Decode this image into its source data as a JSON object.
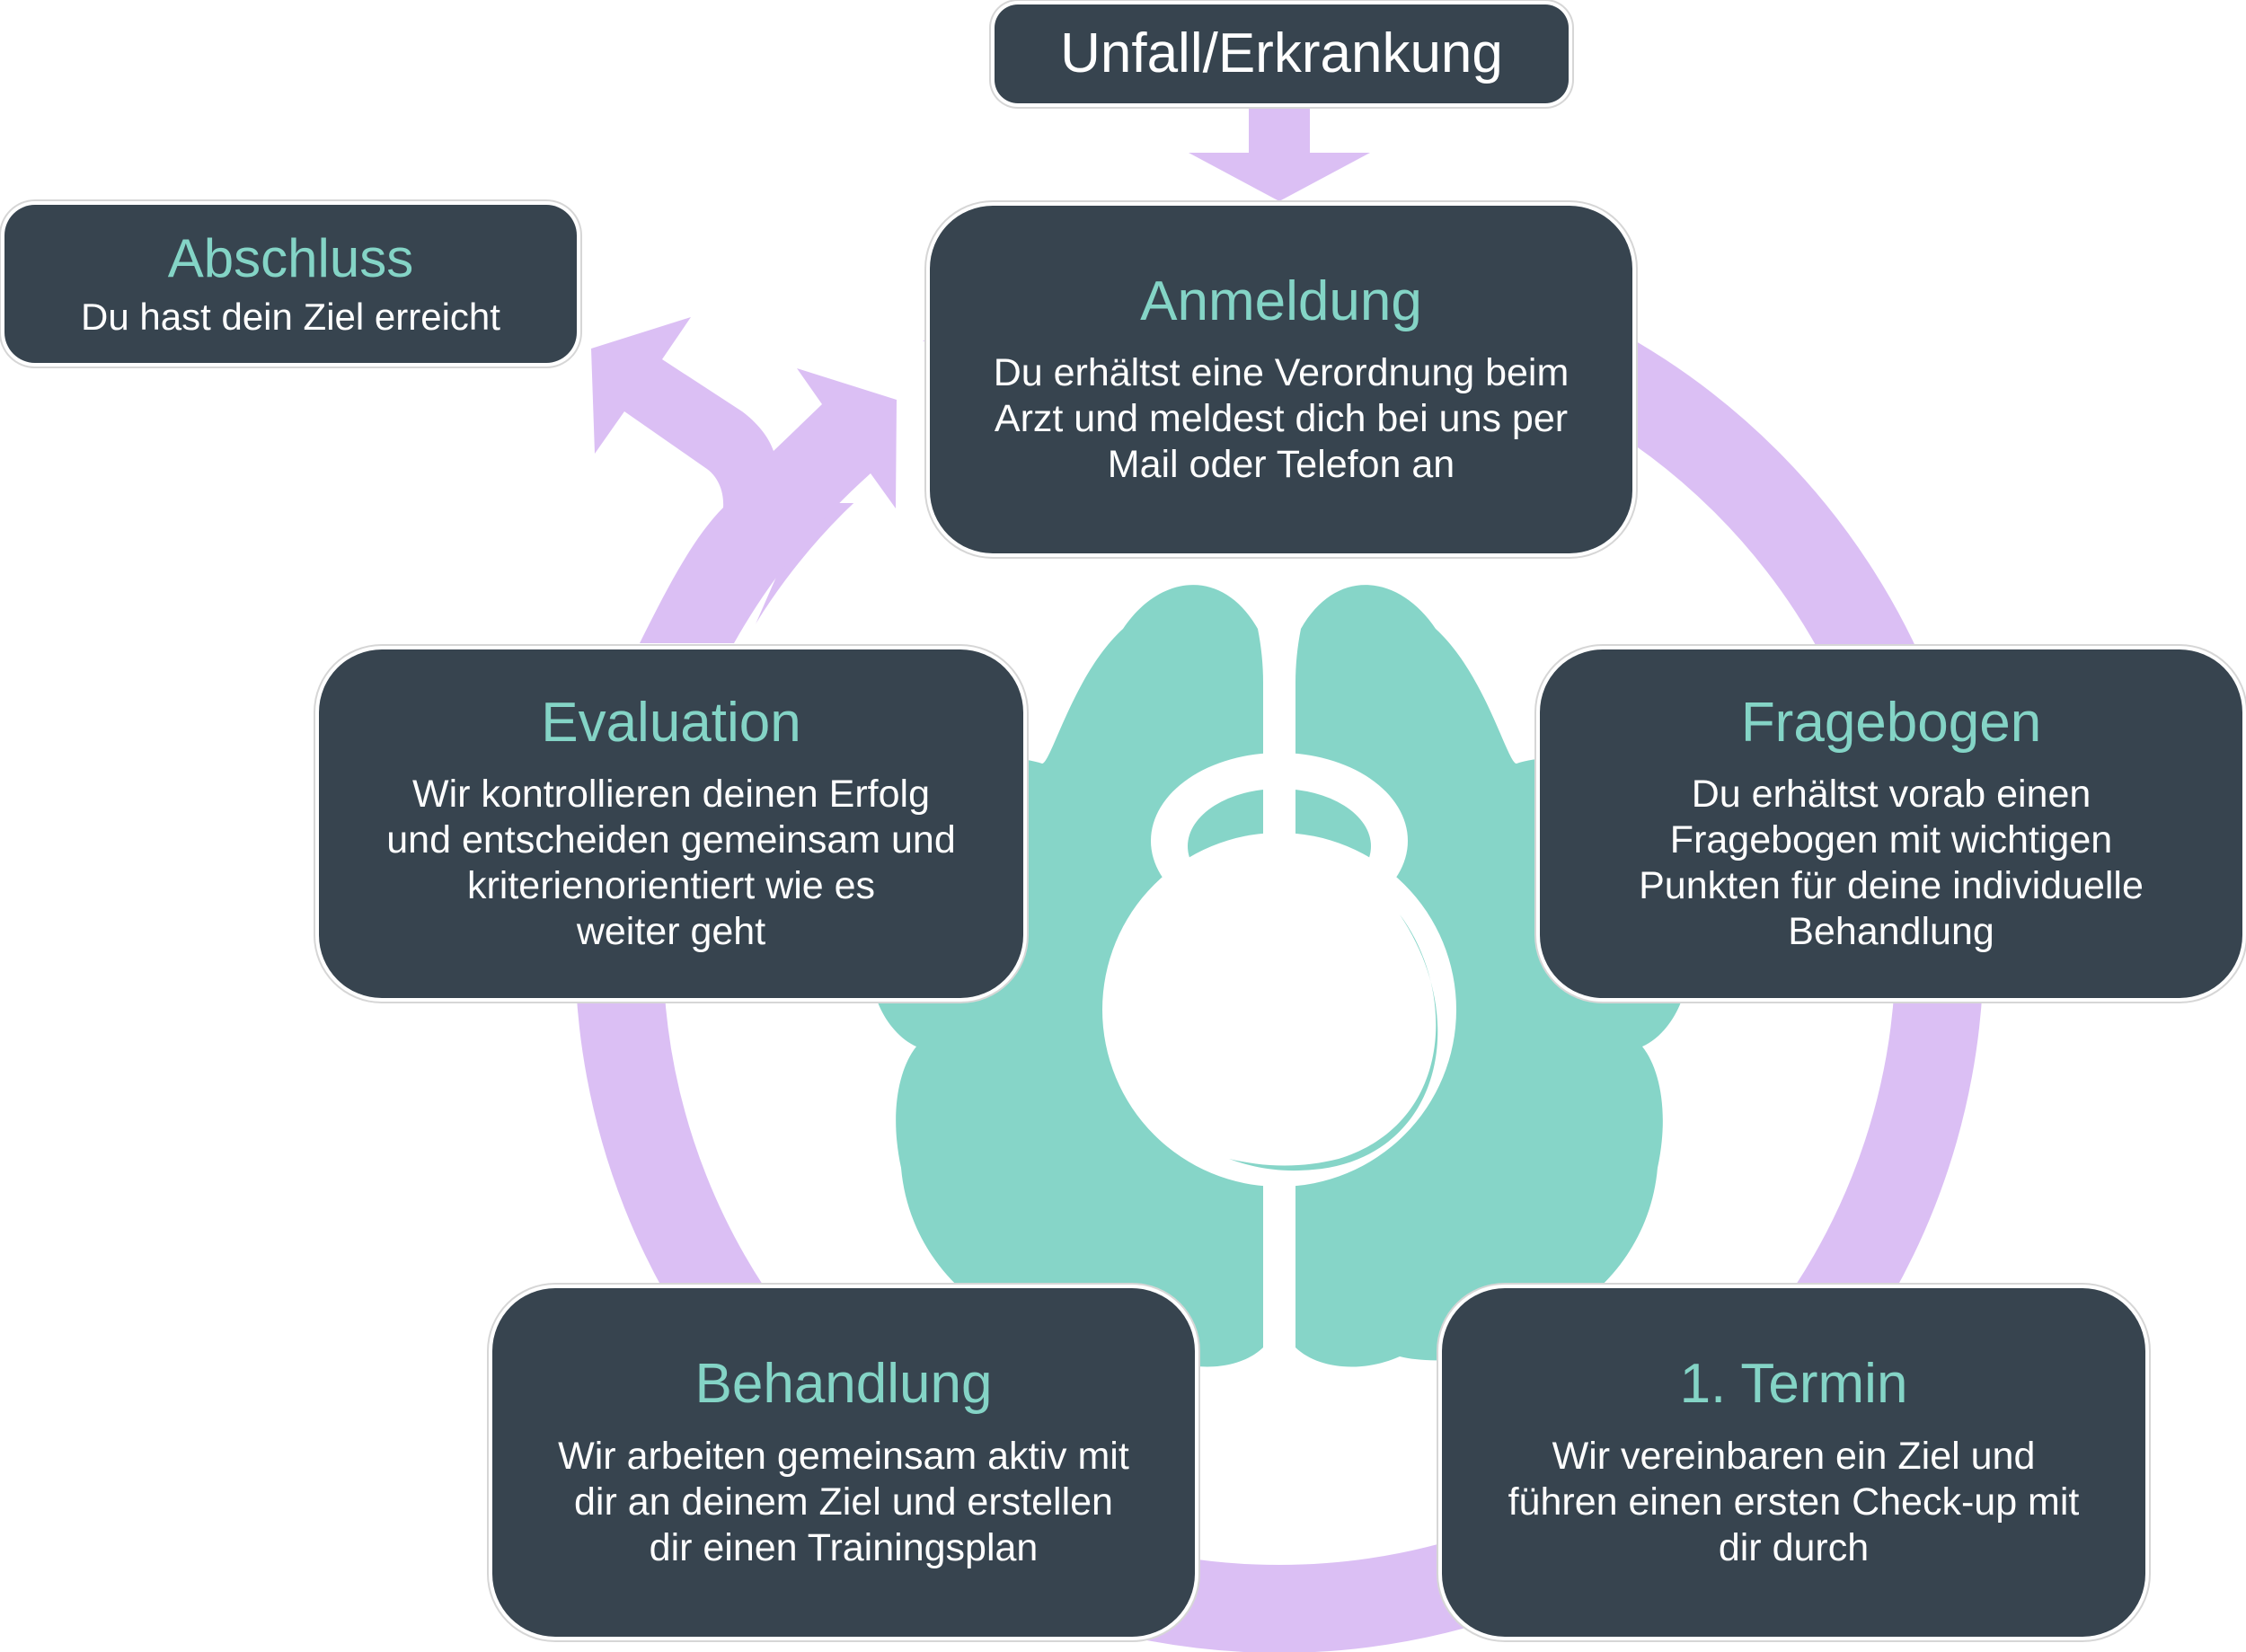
{
  "colors": {
    "box_fill": "#37444f",
    "title_accent": "#84d4c6",
    "arrow": "#dbbff4",
    "brain": "#86d5c8",
    "text": "#ffffff"
  },
  "trigger": {
    "title": "Unfall/Erkrankung"
  },
  "exit": {
    "title": "Abschluss",
    "desc": "Du hast dein Ziel erreicht"
  },
  "steps": [
    {
      "title": "Anmeldung",
      "desc": "Du erhältst eine Verordnung beim\nArzt und meldest dich bei uns per\nMail oder Telefon an"
    },
    {
      "title": "Fragebogen",
      "desc": "Du erhältst vorab einen\nFragebogen mit wichtigen\nPunkten für deine individuelle\nBehandlung"
    },
    {
      "title": "1. Termin",
      "desc": "Wir vereinbaren ein Ziel und\nführen einen ersten Check-up mit\ndir durch"
    },
    {
      "title": "Behandlung",
      "desc": "Wir arbeiten gemeinsam aktiv mit\ndir an deinem Ziel und erstellen\ndir einen Trainingsplan"
    },
    {
      "title": "Evaluation",
      "desc": "Wir kontrollieren deinen Erfolg\nund entscheiden gemeinsam und\nkriterienorientiert wie es\nweiter geht"
    }
  ],
  "icons": {
    "center": "brain-kettlebell-icon",
    "cycle": "cycle-ring",
    "fork": "fork-arrow-icon",
    "entry": "down-arrow-icon"
  }
}
